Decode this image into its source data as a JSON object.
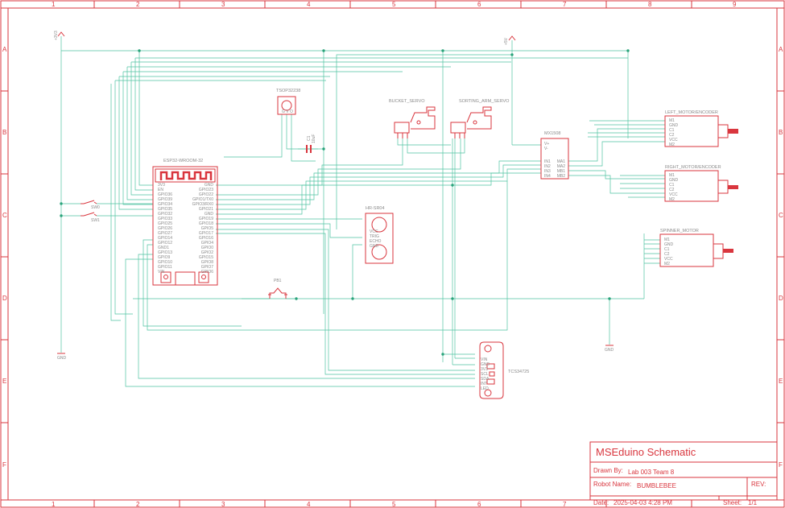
{
  "frame": {
    "columns": [
      "1",
      "2",
      "3",
      "4",
      "5",
      "6",
      "7",
      "8",
      "9"
    ],
    "rows": [
      "A",
      "B",
      "C",
      "D",
      "E",
      "F"
    ]
  },
  "power": {
    "v33": "+3V3",
    "v5": "+5V",
    "gnd_left": "GND",
    "gnd_right": "GND"
  },
  "parts": {
    "esp32": {
      "name": "ESP32-WROOM-32",
      "left_pins": [
        "3V3",
        "EN",
        "GPIO36",
        "GPIO39",
        "GPIO34",
        "GPIO35",
        "GPIO32",
        "GPIO33",
        "GPIO25",
        "GPIO26",
        "GPIO27",
        "GPIO14",
        "GPIO12",
        "GND1",
        "GPIO13",
        "GPIO9",
        "GPIO10",
        "GPIO11",
        "VIN"
      ],
      "right_pins": [
        "GND",
        "GPIO23",
        "GPIO22",
        "GPIO1/TX0",
        "GPIO3/RX0",
        "GPIO21",
        "GND",
        "GPIO19",
        "GPIO18",
        "GPIO5",
        "GPIO17",
        "GPIO16",
        "GPIO4",
        "GPIO0",
        "GPIO2",
        "GPIO15",
        "GPIO8",
        "GPIO7",
        "GPIO6"
      ]
    },
    "ir": {
      "name": "TSOP32238",
      "pins": "G V O"
    },
    "cap": {
      "name": "C1",
      "value": "10uF"
    },
    "bucket_servo": "BUCKET_SERVO",
    "sorting_servo": "SORTING_ARM_SERVO",
    "ultrasonic": {
      "name": "HR-SR04",
      "pins": [
        "VCC",
        "TRIG",
        "ECHO",
        "GND"
      ]
    },
    "mx": {
      "name": "MX1508",
      "left_pins": [
        "V+",
        "V-",
        "",
        "IN1",
        "IN2",
        "IN3",
        "IN4"
      ],
      "right_pins": [
        "MA1",
        "MA2",
        "MB1",
        "MB2"
      ]
    },
    "left_motor": {
      "name": "LEFT_MOTOR/ENCODER",
      "pins": [
        "M1",
        "GND",
        "C1",
        "C2",
        "VCC",
        "M2"
      ]
    },
    "right_motor": {
      "name": "RIGHT_MOTOR/ENCODER",
      "pins": [
        "M1",
        "GND",
        "C1",
        "C2",
        "VCC",
        "M2"
      ]
    },
    "spinner": {
      "name": "SPINNER_MOTOR",
      "pins": [
        "M1",
        "GND",
        "C1",
        "C2",
        "VCC",
        "M2"
      ]
    },
    "color": {
      "name": "TCS34725",
      "pins": [
        "VIN",
        "GND",
        "3V3",
        "SCL",
        "SDA",
        "INT",
        "LED"
      ]
    },
    "sw0": "SW0",
    "sw1": "SW1",
    "pb": "PB1"
  },
  "title_block": {
    "title": "MSEduino Schematic",
    "drawn_by_label": "Drawn By:",
    "drawn_by": "Lab 003 Team 8",
    "robot_label": "Robot Name:",
    "robot": "BUMBLEBEE",
    "rev_label": "REV:",
    "date_label": "Date:",
    "date": "2025-04-03 4:28 PM",
    "sheet_label": "Sheet:",
    "sheet": "1/1"
  }
}
